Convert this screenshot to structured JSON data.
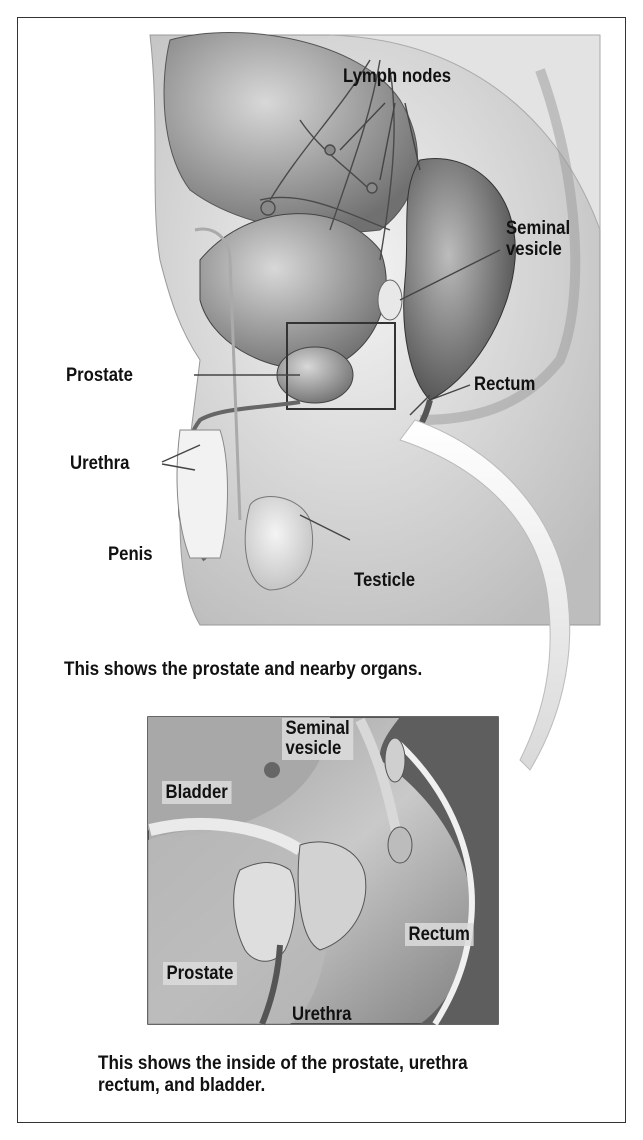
{
  "top_figure": {
    "labels": {
      "lymph_nodes": "Lymph nodes",
      "seminal_vesicle": "Seminal\nvesicle",
      "prostate": "Prostate",
      "rectum": "Rectum",
      "urethra": "Urethra",
      "penis": "Penis",
      "testicle": "Testicle"
    },
    "caption": "This shows the prostate and nearby organs."
  },
  "bottom_figure": {
    "labels": {
      "seminal_vesicle": "Seminal\nvesicle",
      "bladder": "Bladder",
      "rectum": "Rectum",
      "prostate": "Prostate",
      "urethra": "Urethra"
    },
    "caption": "This shows the inside of the prostate, urethra\nrectum, and bladder."
  }
}
